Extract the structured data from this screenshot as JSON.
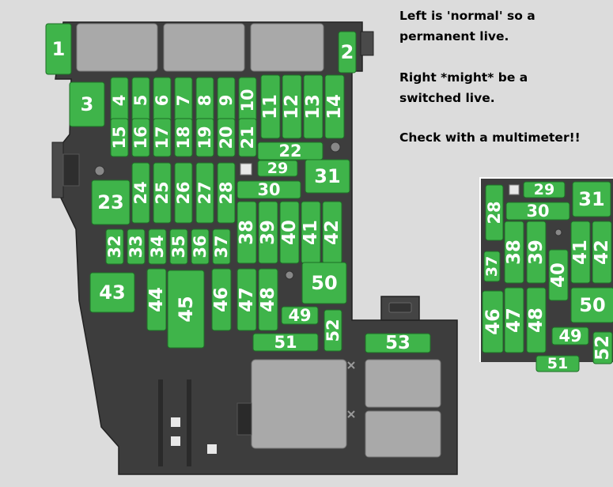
{
  "notes": [
    "Left is 'normal' so a",
    "permanent live.",
    "Right *might* be a",
    "switched live.",
    "Check with a multimeter!!"
  ],
  "colors": {
    "fuse": "#3fb44a",
    "fuse_border": "#1e6e26",
    "housing": "#3d3d3d",
    "relay": "#a9a9a9",
    "background": "#dcdcdc",
    "inset_background": "#ffffff"
  },
  "fuses": [
    {
      "id": "1",
      "label": "1"
    },
    {
      "id": "2",
      "label": "2"
    },
    {
      "id": "3",
      "label": "3"
    },
    {
      "id": "4",
      "label": "4"
    },
    {
      "id": "5",
      "label": "5"
    },
    {
      "id": "6",
      "label": "6"
    },
    {
      "id": "7",
      "label": "7"
    },
    {
      "id": "8",
      "label": "8"
    },
    {
      "id": "9",
      "label": "9"
    },
    {
      "id": "10",
      "label": "10"
    },
    {
      "id": "11",
      "label": "11"
    },
    {
      "id": "12",
      "label": "12"
    },
    {
      "id": "13",
      "label": "13"
    },
    {
      "id": "14",
      "label": "14"
    },
    {
      "id": "15",
      "label": "15"
    },
    {
      "id": "16",
      "label": "16"
    },
    {
      "id": "17",
      "label": "17"
    },
    {
      "id": "18",
      "label": "18"
    },
    {
      "id": "19",
      "label": "19"
    },
    {
      "id": "20",
      "label": "20"
    },
    {
      "id": "21",
      "label": "21"
    },
    {
      "id": "22",
      "label": "22"
    },
    {
      "id": "23",
      "label": "23"
    },
    {
      "id": "24",
      "label": "24"
    },
    {
      "id": "25",
      "label": "25"
    },
    {
      "id": "26",
      "label": "26"
    },
    {
      "id": "27",
      "label": "27"
    },
    {
      "id": "28",
      "label": "28"
    },
    {
      "id": "29",
      "label": "29"
    },
    {
      "id": "30",
      "label": "30"
    },
    {
      "id": "31",
      "label": "31"
    },
    {
      "id": "32",
      "label": "32"
    },
    {
      "id": "33",
      "label": "33"
    },
    {
      "id": "34",
      "label": "34"
    },
    {
      "id": "35",
      "label": "35"
    },
    {
      "id": "36",
      "label": "36"
    },
    {
      "id": "37",
      "label": "37"
    },
    {
      "id": "38",
      "label": "38"
    },
    {
      "id": "39",
      "label": "39"
    },
    {
      "id": "40",
      "label": "40"
    },
    {
      "id": "41",
      "label": "41"
    },
    {
      "id": "42",
      "label": "42"
    },
    {
      "id": "43",
      "label": "43"
    },
    {
      "id": "44",
      "label": "44"
    },
    {
      "id": "45",
      "label": "45"
    },
    {
      "id": "46",
      "label": "46"
    },
    {
      "id": "47",
      "label": "47"
    },
    {
      "id": "48",
      "label": "48"
    },
    {
      "id": "49",
      "label": "49"
    },
    {
      "id": "50",
      "label": "50"
    },
    {
      "id": "51",
      "label": "51"
    },
    {
      "id": "52",
      "label": "52"
    },
    {
      "id": "53",
      "label": "53"
    }
  ],
  "inset_fuses": [
    {
      "id": "29",
      "label": "29"
    },
    {
      "id": "30",
      "label": "30"
    },
    {
      "id": "31",
      "label": "31"
    },
    {
      "id": "28",
      "label": "28"
    },
    {
      "id": "37",
      "label": "37"
    },
    {
      "id": "38",
      "label": "38"
    },
    {
      "id": "39",
      "label": "39"
    },
    {
      "id": "40",
      "label": "40"
    },
    {
      "id": "41",
      "label": "41"
    },
    {
      "id": "42",
      "label": "42"
    },
    {
      "id": "46",
      "label": "46"
    },
    {
      "id": "47",
      "label": "47"
    },
    {
      "id": "48",
      "label": "48"
    },
    {
      "id": "49",
      "label": "49"
    },
    {
      "id": "50",
      "label": "50"
    },
    {
      "id": "51",
      "label": "51"
    },
    {
      "id": "52",
      "label": "52"
    }
  ]
}
